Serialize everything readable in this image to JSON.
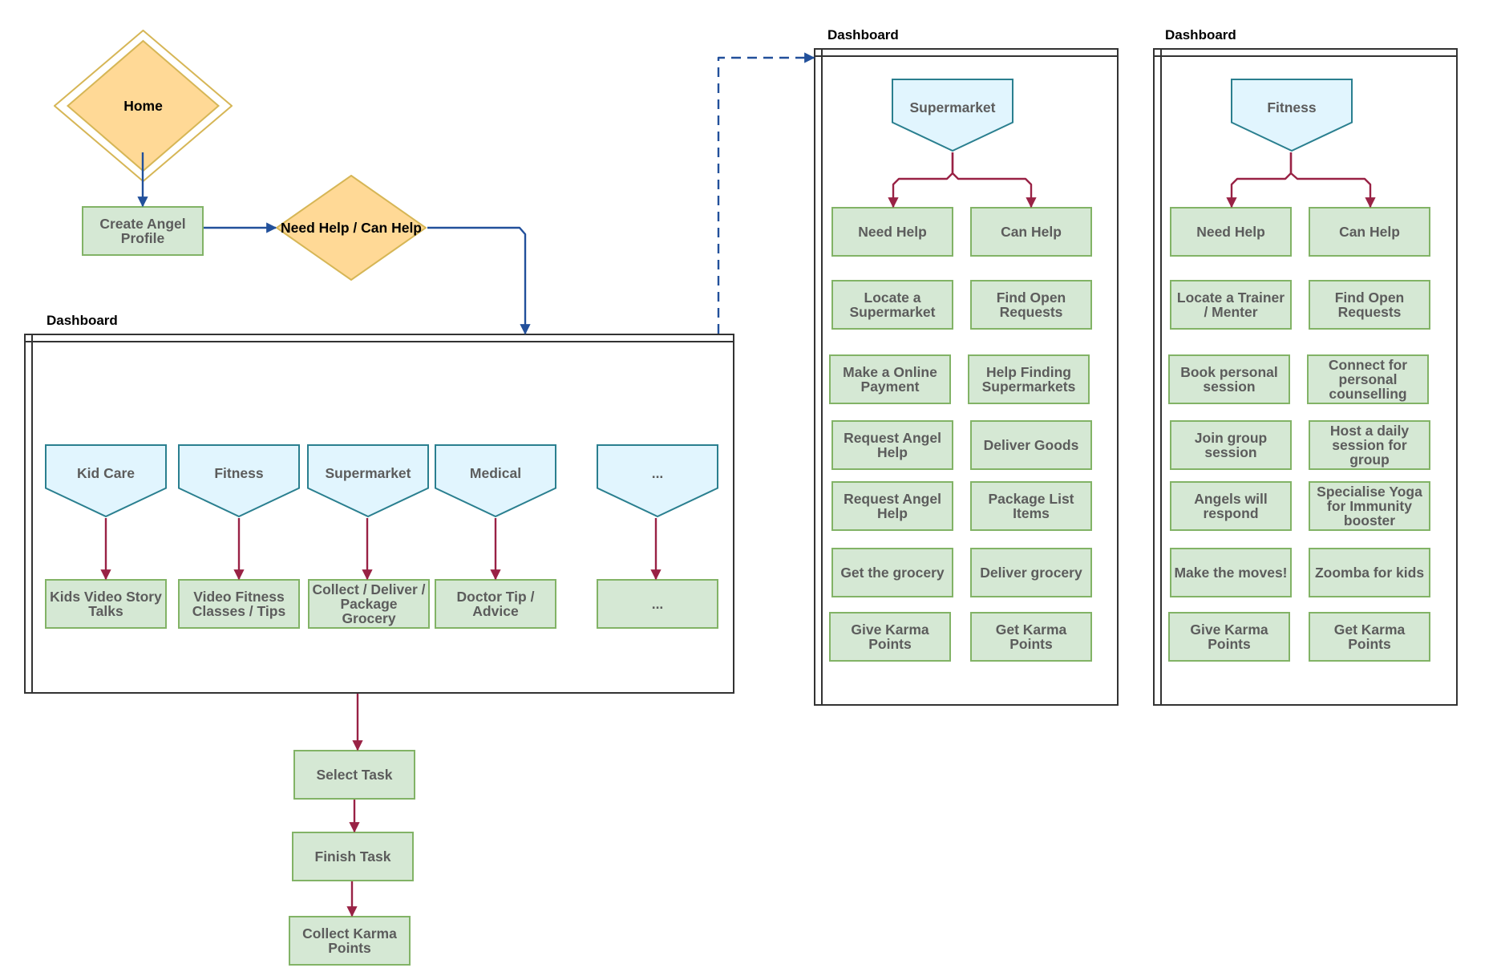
{
  "colors": {
    "box_fill": "#d5e8d4",
    "box_stroke": "#82b366",
    "decision_fill": "#ffd996",
    "decision_stroke": "#d6b656",
    "category_fill": "#e1f5fe",
    "category_stroke": "#2a7f8f",
    "blue_edge": "#22509b",
    "red_edge": "#992245",
    "frame_stroke": "#333333",
    "node_text": "#5c5c5c"
  },
  "nodes": [
    {
      "id": "home",
      "kind": "diamond",
      "double": true,
      "text": "Home",
      "name": "home-decision"
    },
    {
      "id": "create",
      "kind": "box",
      "text": "Create Angel\nProfile",
      "name": "create-angel-profile-box"
    },
    {
      "id": "needcan",
      "kind": "diamond",
      "double": false,
      "text": "Need Help / Can Help",
      "name": "need-help-can-help-decision"
    },
    {
      "id": "kid",
      "kind": "pent",
      "text": "Kid Care",
      "name": "category-kid-care"
    },
    {
      "id": "fit",
      "kind": "pent",
      "text": "Fitness",
      "name": "category-fitness"
    },
    {
      "id": "sup",
      "kind": "pent",
      "text": "Supermarket",
      "name": "category-supermarket"
    },
    {
      "id": "med",
      "kind": "pent",
      "text": "Medical",
      "name": "category-medical"
    },
    {
      "id": "more",
      "kind": "pent",
      "text": "...",
      "name": "category-more"
    },
    {
      "id": "kidt",
      "kind": "box",
      "text": "Kids Video Story\nTalks",
      "name": "task-kids-video-story-talks"
    },
    {
      "id": "fitt",
      "kind": "box",
      "text": "Video Fitness\nClasses / Tips",
      "name": "task-video-fitness-classes"
    },
    {
      "id": "supt",
      "kind": "box",
      "text": "Collect / Deliver /\nPackage\nGrocery",
      "name": "task-collect-deliver-grocery"
    },
    {
      "id": "medt",
      "kind": "box",
      "text": "Doctor Tip /\nAdvice",
      "name": "task-doctor-tip-advice"
    },
    {
      "id": "moret",
      "kind": "box",
      "text": "...",
      "name": "task-more"
    },
    {
      "id": "select",
      "kind": "box",
      "text": "Select Task",
      "name": "select-task-box"
    },
    {
      "id": "finish",
      "kind": "box",
      "text": "Finish Task",
      "name": "finish-task-box"
    },
    {
      "id": "collect",
      "kind": "box",
      "text": "Collect Karma\nPoints",
      "name": "collect-karma-points-box"
    },
    {
      "id": "s_head",
      "kind": "pent",
      "text": "Supermarket",
      "name": "supermarket-header"
    },
    {
      "id": "s_need",
      "kind": "box",
      "text": "Need Help",
      "name": "supermarket-need-help"
    },
    {
      "id": "s_can",
      "kind": "box",
      "text": "Can Help",
      "name": "supermarket-can-help"
    },
    {
      "id": "s_l1",
      "kind": "box",
      "text": "Locate a\nSupermarket",
      "name": "supermarket-locate"
    },
    {
      "id": "s_r1",
      "kind": "box",
      "text": "Find Open\nRequests",
      "name": "supermarket-find-open-requests"
    },
    {
      "id": "s_l2",
      "kind": "box",
      "text": "Make a Online\nPayment",
      "name": "supermarket-online-payment"
    },
    {
      "id": "s_r2",
      "kind": "box",
      "text": "Help Finding\nSupermarkets",
      "name": "supermarket-help-finding"
    },
    {
      "id": "s_l3",
      "kind": "box",
      "text": "Request Angel\nHelp",
      "name": "supermarket-request-angel-help-1"
    },
    {
      "id": "s_r3",
      "kind": "box",
      "text": "Deliver Goods",
      "name": "supermarket-deliver-goods"
    },
    {
      "id": "s_l4",
      "kind": "box",
      "text": "Request Angel\nHelp",
      "name": "supermarket-request-angel-help-2"
    },
    {
      "id": "s_r4",
      "kind": "box",
      "text": "Package List\nItems",
      "name": "supermarket-package-list-items"
    },
    {
      "id": "s_l5",
      "kind": "box",
      "text": "Get the grocery",
      "name": "supermarket-get-grocery"
    },
    {
      "id": "s_r5",
      "kind": "box",
      "text": "Deliver grocery",
      "name": "supermarket-deliver-grocery"
    },
    {
      "id": "s_l6",
      "kind": "box",
      "text": "Give Karma\nPoints",
      "name": "supermarket-give-karma-points"
    },
    {
      "id": "s_r6",
      "kind": "box",
      "text": "Get Karma\nPoints",
      "name": "supermarket-get-karma-points"
    },
    {
      "id": "f_head",
      "kind": "pent",
      "text": "Fitness",
      "name": "fitness-header"
    },
    {
      "id": "f_need",
      "kind": "box",
      "text": "Need Help",
      "name": "fitness-need-help"
    },
    {
      "id": "f_can",
      "kind": "box",
      "text": "Can Help",
      "name": "fitness-can-help"
    },
    {
      "id": "f_l1",
      "kind": "box",
      "text": "Locate a Trainer\n/ Menter",
      "name": "fitness-locate-trainer"
    },
    {
      "id": "f_r1",
      "kind": "box",
      "text": "Find Open\nRequests",
      "name": "fitness-find-open-requests"
    },
    {
      "id": "f_l2",
      "kind": "box",
      "text": "Book personal\nsession",
      "name": "fitness-book-personal-session"
    },
    {
      "id": "f_r2",
      "kind": "box",
      "text": "Connect for\npersonal\ncounselling",
      "name": "fitness-connect-personal-counselling"
    },
    {
      "id": "f_l3",
      "kind": "box",
      "text": "Join group\nsession",
      "name": "fitness-join-group-session"
    },
    {
      "id": "f_r3",
      "kind": "box",
      "text": "Host a daily\nsession for\ngroup",
      "name": "fitness-host-daily-session"
    },
    {
      "id": "f_l4",
      "kind": "box",
      "text": "Angels will\nrespond",
      "name": "fitness-angels-will-respond"
    },
    {
      "id": "f_r4",
      "kind": "box",
      "text": "Specialise Yoga\nfor Immunity\nbooster",
      "name": "fitness-specialise-yoga"
    },
    {
      "id": "f_l5",
      "kind": "box",
      "text": "Make the moves!",
      "name": "fitness-make-the-moves"
    },
    {
      "id": "f_r5",
      "kind": "box",
      "text": "Zoomba for kids",
      "name": "fitness-zoomba-for-kids"
    },
    {
      "id": "f_l6",
      "kind": "box",
      "text": "Give Karma\nPoints",
      "name": "fitness-give-karma-points"
    },
    {
      "id": "f_r6",
      "kind": "box",
      "text": "Get Karma\nPoints",
      "name": "fitness-get-karma-points"
    }
  ],
  "frames": [
    {
      "id": "dash_main",
      "title": "Dashboard",
      "name": "dashboard-main-frame"
    },
    {
      "id": "dash_super",
      "title": "Dashboard",
      "name": "dashboard-supermarket-frame"
    },
    {
      "id": "dash_fit",
      "title": "Dashboard",
      "name": "dashboard-fitness-frame"
    }
  ],
  "edges": [
    {
      "from": "home",
      "to": "create",
      "color": "blue"
    },
    {
      "from": "create",
      "to": "needcan",
      "color": "blue"
    },
    {
      "from": "needcan",
      "to": "dash_main",
      "color": "blue"
    },
    {
      "from": "dash_main",
      "to": "dash_super",
      "color": "blue",
      "dashed": true
    },
    {
      "from": "kid",
      "to": "kidt",
      "color": "red"
    },
    {
      "from": "fit",
      "to": "fitt",
      "color": "red"
    },
    {
      "from": "sup",
      "to": "supt",
      "color": "red"
    },
    {
      "from": "med",
      "to": "medt",
      "color": "red"
    },
    {
      "from": "more",
      "to": "moret",
      "color": "red"
    },
    {
      "from": "dash_main",
      "to": "select",
      "color": "red"
    },
    {
      "from": "select",
      "to": "finish",
      "color": "red"
    },
    {
      "from": "finish",
      "to": "collect",
      "color": "red"
    },
    {
      "from": "s_head",
      "to": "s_need",
      "color": "red"
    },
    {
      "from": "s_head",
      "to": "s_can",
      "color": "red"
    },
    {
      "from": "f_head",
      "to": "f_need",
      "color": "red"
    },
    {
      "from": "f_head",
      "to": "f_can",
      "color": "red"
    }
  ]
}
